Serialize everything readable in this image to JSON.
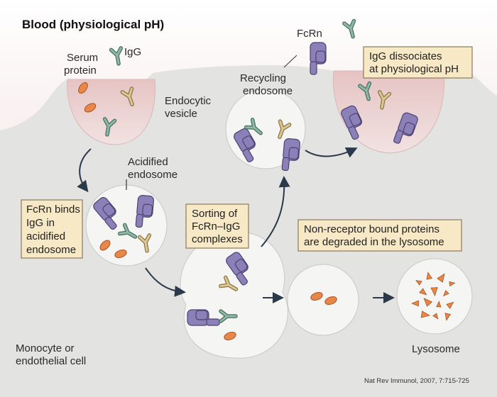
{
  "title": "Blood (physiological pH)",
  "labels": {
    "serum_protein": [
      "Serum",
      "protein"
    ],
    "igg": "IgG",
    "endocytic_vesicle": [
      "Endocytic",
      "vesicle"
    ],
    "acidified_endosome": [
      "Acidified",
      "endosome"
    ],
    "recycling_endosome": [
      "Recycling",
      "endosome"
    ],
    "fcrn": "FcRn",
    "cell": [
      "Monocyte or",
      "endothelial cell"
    ],
    "lysosome": "Lysosome"
  },
  "callouts": {
    "fcrn_binds": [
      "FcRn binds",
      "IgG in",
      "acidified",
      "endosome"
    ],
    "sorting": [
      "Sorting of",
      "FcRn–IgG",
      "complexes"
    ],
    "dissociates": [
      "IgG dissociates",
      "at physiological pH"
    ],
    "degraded": [
      "Non-receptor bound proteins",
      "are degraded in the lysosome"
    ]
  },
  "citation": "Nat Rev Immunol, 2007, 7:715-725",
  "colors": {
    "blood_band": "#ecd8d8",
    "cell_bg": "#e4e4e2",
    "callout_fill": "#f7e8c6",
    "callout_border": "#8a7a5c",
    "fcrn": "#8b80b8",
    "igg_green": "#7fa896",
    "igg_tan": "#c9b27c",
    "serum_protein": "#e8874a"
  }
}
